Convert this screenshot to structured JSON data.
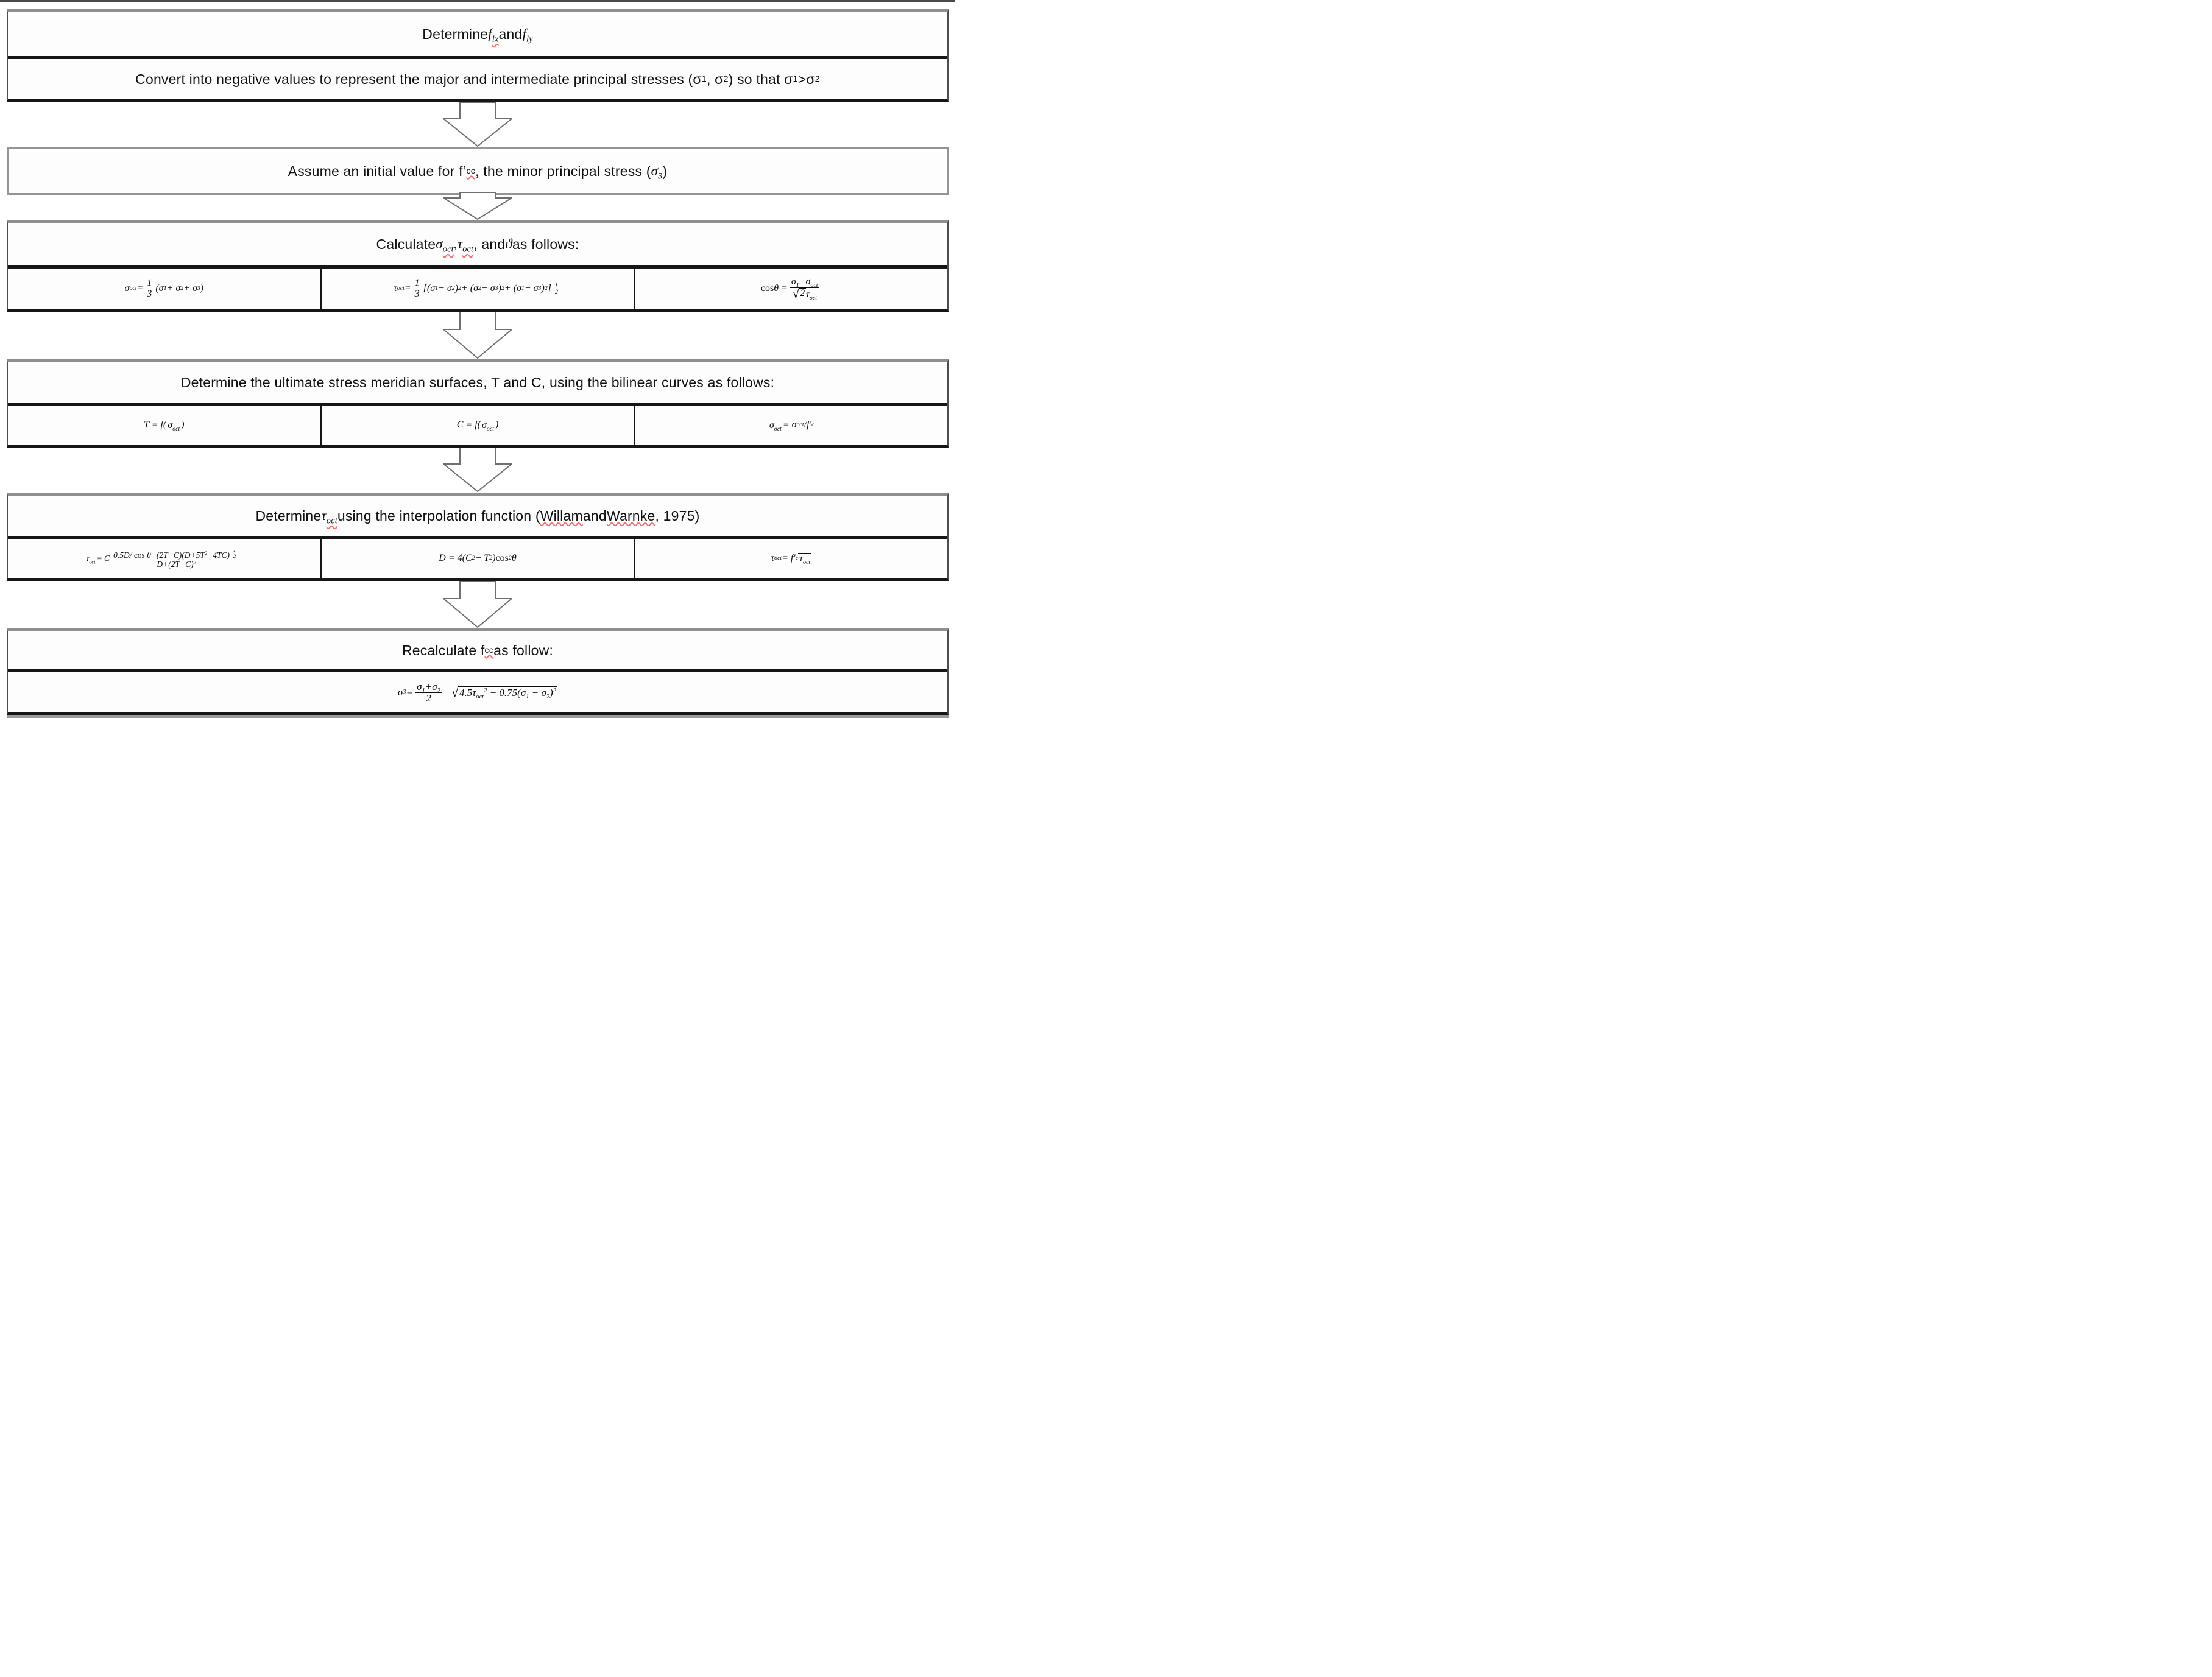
{
  "page": {
    "background": "#ffffff",
    "box_border_gray": "#8f8f8f",
    "box_border_black": "#161616",
    "arrow_outline": "#6f6f6f",
    "spellcheck_squiggle_red": "#ff6b6b"
  },
  "icons": {
    "arrow1": "block-down-arrow",
    "arrow2": "block-down-arrow-short",
    "arrow3": "block-down-arrow",
    "arrow4": "block-down-arrow",
    "arrow5": "block-down-arrow"
  },
  "steps": {
    "s1": {
      "line1": "Determine %{f_{&{lx}}} and %{f_{ly}}",
      "line2": "Convert into negative values to represent the major and intermediate principal stresses (σ_{1}, σ_{2}) so that σ_{1}>σ_{2}"
    },
    "s2": {
      "line": "Assume an initial value for f’_{&{cc}}, the minor principal stress (%{σ_{3}})"
    },
    "s3": {
      "hdr": "Calculate %{σ_{&{oct}},τ_{&{oct}}} , and %{ϑ} as follows:",
      "f1": "σ_{oct} = @{1;3}(σ_{1} + σ_{2} + σ_{3})",
      "f2": "τ_{oct} = @{1;3}[(σ_{1} − σ_{2})^{2} + (σ_{2} − σ_{3})^{2} + (σ_{1} − σ_{3})^{2}]^{@{1;2}}",
      "f3": "!{cos} θ = @{σ_{1}−σ_{oct};${2}τ_{oct}}"
    },
    "s4": {
      "hdr": "Determine the ultimate stress meridian surfaces, T and C, using the bilinear curves as follows:",
      "f1": "T = f(~{σ_{oct}})",
      "f2": "C = f(~{σ_{oct}})",
      "f3": "~{σ_{oct}} = σ_{oct}/f′_{c}"
    },
    "s5": {
      "hdr": "Determine %{τ_{&{oct}}} using the interpolation function (&{Willam} and &{Warnke}, 1975)",
      "f1": "~{τ_{oct}} = C @{0.5D/ !{cos} θ+(2T−C)(D+5T^{2}−4TC)^{@{1;2}};D+(2T−C)^{2}}",
      "f2": "D = 4(C^{2} − T^{2}) !{cos}^{2} θ",
      "f3": "τ_{oct} = f′_{c} ~{τ_{oct}}"
    },
    "s6": {
      "hdr": "Recalculate f_{&{cc}} as follow:",
      "f1": "σ_{3} = @{σ_{1}+σ_{2};2} − ${4.5τ_{oct}^{2} − 0.75(σ_{1} − σ_{2})^{2}}"
    }
  }
}
